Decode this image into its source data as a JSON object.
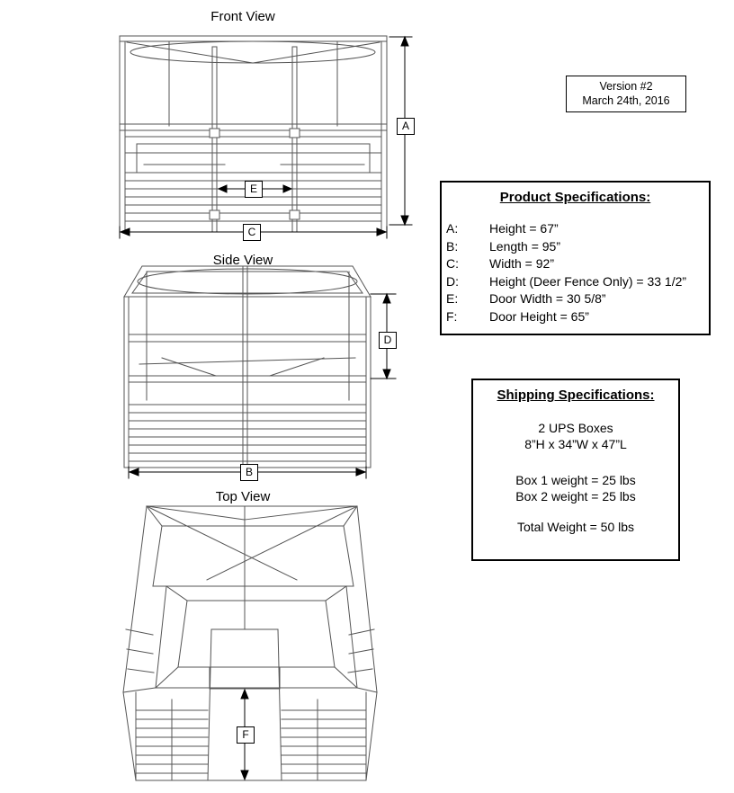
{
  "page": {
    "background": "#ffffff",
    "drawing_line_color": "#555555",
    "dimension_line_color": "#000000"
  },
  "views": {
    "front": {
      "title": "Front View"
    },
    "side": {
      "title": "Side View"
    },
    "top": {
      "title": "Top View"
    }
  },
  "dim_labels": {
    "A": "A",
    "B": "B",
    "C": "C",
    "D": "D",
    "E": "E",
    "F": "F"
  },
  "version_box": {
    "version": "Version #2",
    "date": "March 24th, 2016"
  },
  "product_specs": {
    "title": "Product Specifications:",
    "items": [
      {
        "key": "A:",
        "value": "Height = 67”"
      },
      {
        "key": "B:",
        "value": "Length = 95”"
      },
      {
        "key": "C:",
        "value": "Width = 92”"
      },
      {
        "key": "D:",
        "value": "Height (Deer Fence Only) = 33 1/2”"
      },
      {
        "key": "E:",
        "value": "Door Width = 30 5/8”"
      },
      {
        "key": "F:",
        "value": "Door Height = 65”"
      }
    ]
  },
  "shipping_specs": {
    "title": "Shipping Specifications:",
    "box_count_line": "2 UPS Boxes",
    "box_dims_line": "8”H x 34”W x 47”L",
    "box1_weight": "Box 1 weight = 25 lbs",
    "box2_weight": "Box 2 weight = 25 lbs",
    "total_weight": "Total Weight = 50 lbs"
  }
}
